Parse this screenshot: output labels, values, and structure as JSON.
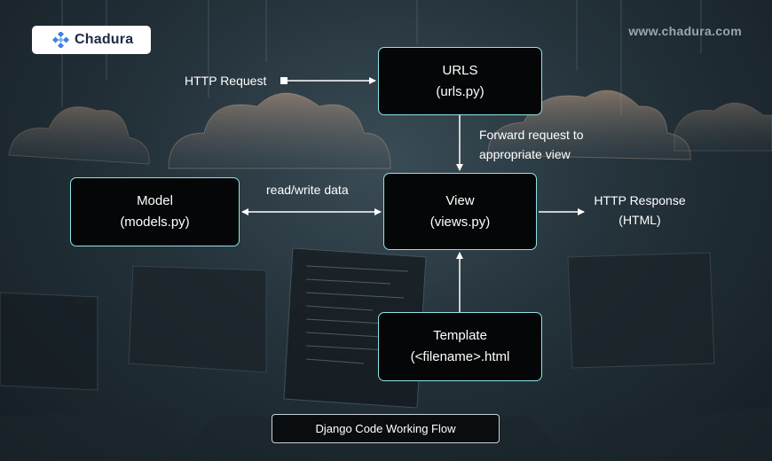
{
  "brand": {
    "logo_text": "Chadura",
    "website": "www.chadura.com",
    "accent_color": "#8fe3e6",
    "logo_color": "#3b82e0"
  },
  "nodes": {
    "urls": {
      "title": "URLS",
      "subtitle": "(urls.py)"
    },
    "view": {
      "title": "View",
      "subtitle": "(views.py)"
    },
    "model": {
      "title": "Model",
      "subtitle": "(models.py)"
    },
    "template": {
      "title": "Template",
      "subtitle": "(<filename>.html"
    }
  },
  "edges": {
    "http_request": "HTTP Request",
    "forward_line1": "Forward request to",
    "forward_line2": "appropriate view",
    "read_write": "read/write data",
    "response_line1": "HTTP Response",
    "response_line2": "(HTML)"
  },
  "caption": "Django Code Working Flow"
}
